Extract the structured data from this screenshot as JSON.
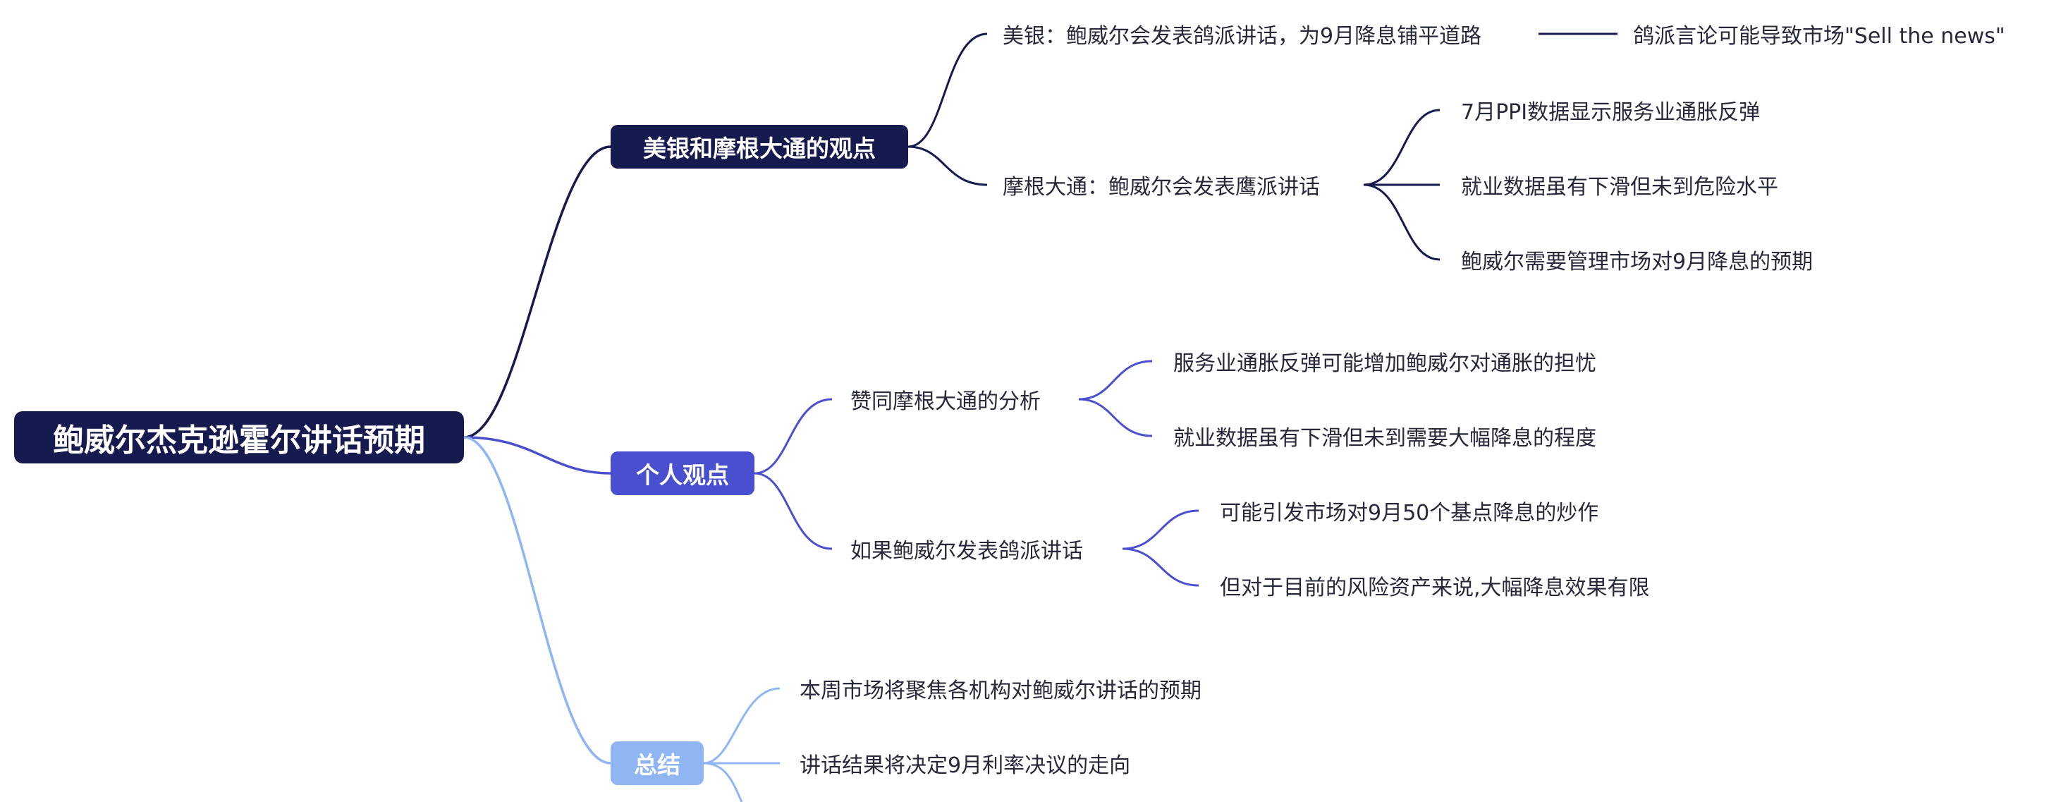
{
  "mindmap": {
    "root": "鲍威尔杰克逊霍尔讲话预期",
    "branches": [
      {
        "label": "美银和摩根大通的观点",
        "color": "#161a4e",
        "children": [
          {
            "label": "美银：鲍威尔会发表鸽派讲话，为9月降息铺平道路",
            "children": [
              "鸽派言论可能导致市场\"Sell the news\""
            ]
          },
          {
            "label": "摩根大通：鲍威尔会发表鹰派讲话",
            "children": [
              "7月PPI数据显示服务业通胀反弹",
              "就业数据虽有下滑但未到危险水平",
              "鲍威尔需要管理市场对9月降息的预期"
            ]
          }
        ]
      },
      {
        "label": "个人观点",
        "color": "#4a4fcf",
        "children": [
          {
            "label": "赞同摩根大通的分析",
            "children": [
              "服务业通胀反弹可能增加鲍威尔对通胀的担忧",
              "就业数据虽有下滑但未到需要大幅降息的程度"
            ]
          },
          {
            "label": "如果鲍威尔发表鸽派讲话",
            "children": [
              "可能引发市场对9月50个基点降息的炒作",
              "但对于目前的风险资产来说,大幅降息效果有限"
            ]
          }
        ]
      },
      {
        "label": "总结",
        "color": "#8fb6f2",
        "children": [
          {
            "label": "本周市场将聚焦各机构对鲍威尔讲话的预期"
          },
          {
            "label": "讲话结果将决定9月利率决议的走向"
          }
        ]
      }
    ]
  }
}
